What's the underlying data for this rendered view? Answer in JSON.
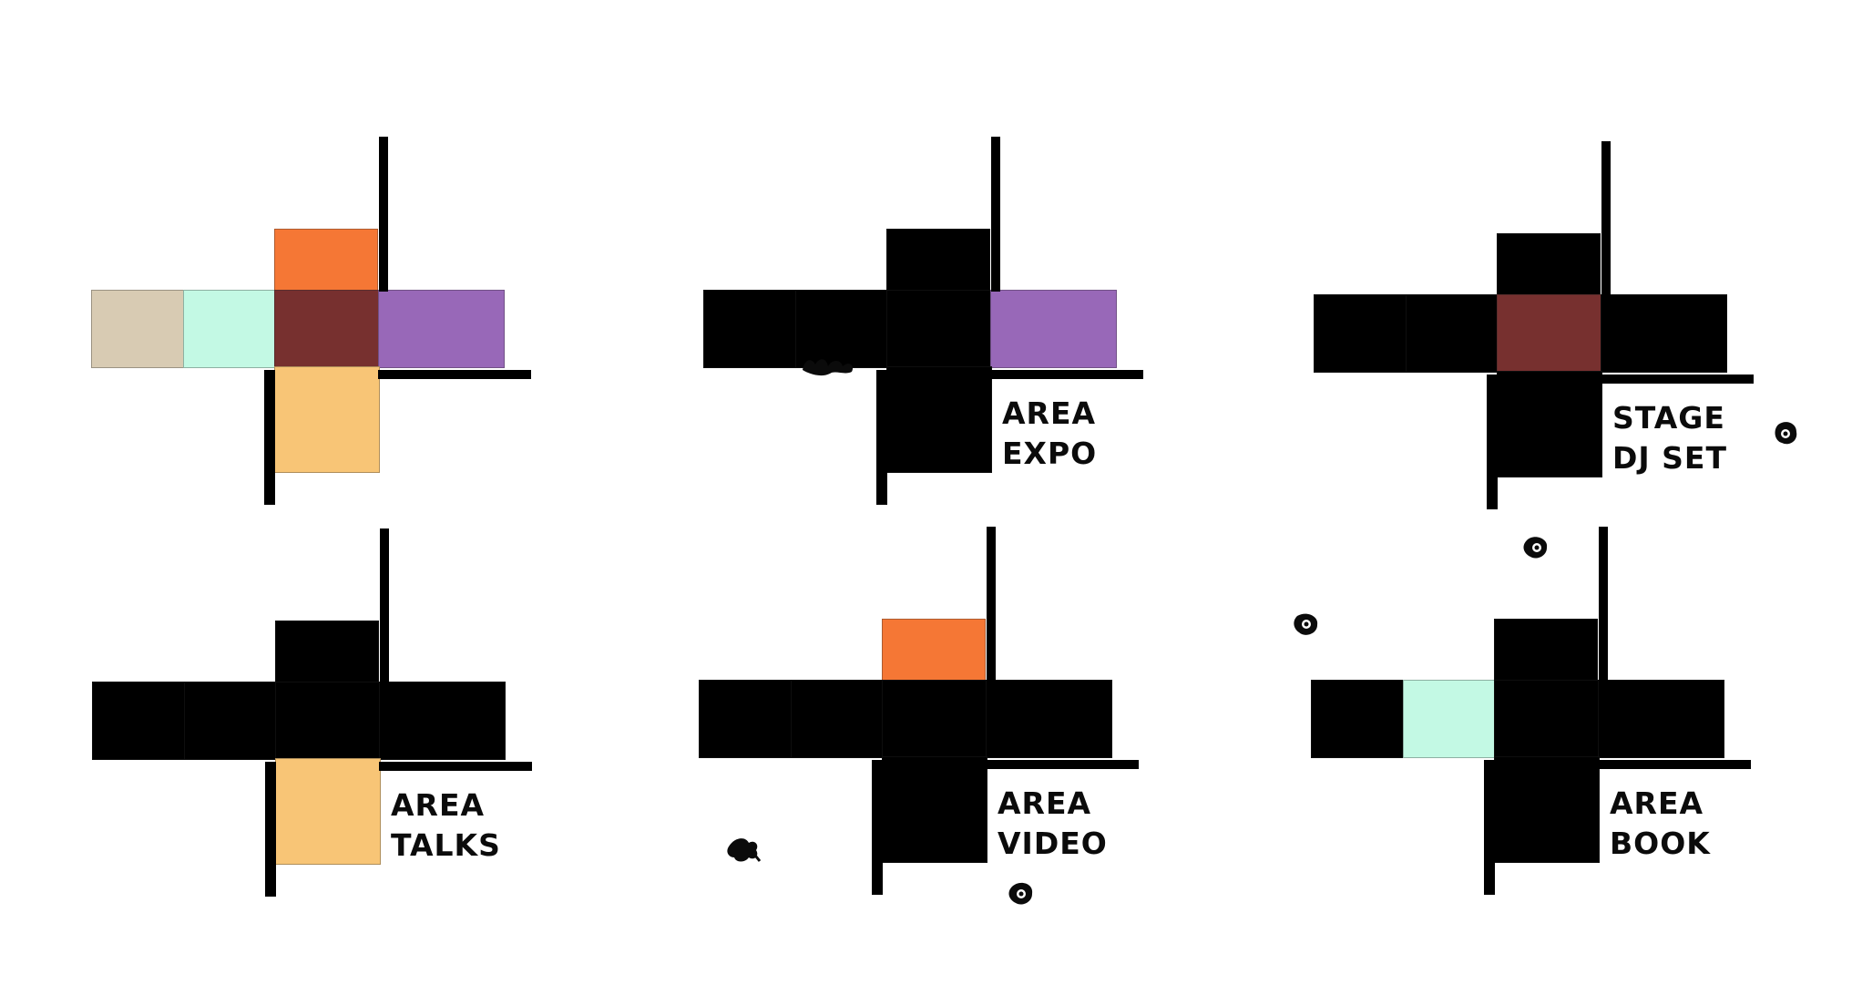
{
  "colors": {
    "dark": "#000000",
    "beige": "#d8cbb3",
    "mint": "#c3f9e4",
    "orange": "#f57735",
    "maroon": "#77302f",
    "purple": "#9868b8",
    "peach": "#f8c576"
  },
  "diagrams": [
    {
      "id": "overview",
      "label": [],
      "blocks": {
        "top": "orange",
        "far_left": "beige",
        "left": "mint",
        "center": "maroon",
        "right": "purple",
        "bottom": "peach"
      }
    },
    {
      "id": "expo",
      "label": [
        "AREA",
        "EXPO"
      ],
      "blocks": {
        "top": "dark",
        "far_left": "dark",
        "left": "dark",
        "center": "dark",
        "right": "purple",
        "bottom": "dark"
      }
    },
    {
      "id": "dj-set",
      "label": [
        "STAGE",
        "DJ SET"
      ],
      "blocks": {
        "top": "dark",
        "far_left": "dark",
        "left": "dark",
        "center": "maroon",
        "right": "dark",
        "bottom": "dark"
      }
    },
    {
      "id": "talks",
      "label": [
        "AREA",
        "TALKS"
      ],
      "blocks": {
        "top": "dark",
        "far_left": "dark",
        "left": "dark",
        "center": "dark",
        "right": "dark",
        "bottom": "peach"
      }
    },
    {
      "id": "video",
      "label": [
        "AREA",
        "VIDEO"
      ],
      "blocks": {
        "top": "orange",
        "far_left": "dark",
        "left": "dark",
        "center": "dark",
        "right": "dark",
        "bottom": "dark"
      }
    },
    {
      "id": "book",
      "label": [
        "AREA",
        "BOOK"
      ],
      "blocks": {
        "top": "dark",
        "far_left": "dark",
        "left": "mint",
        "center": "dark",
        "right": "dark",
        "bottom": "dark"
      }
    }
  ],
  "decorations": {
    "icon": "ink-splat-icon"
  }
}
